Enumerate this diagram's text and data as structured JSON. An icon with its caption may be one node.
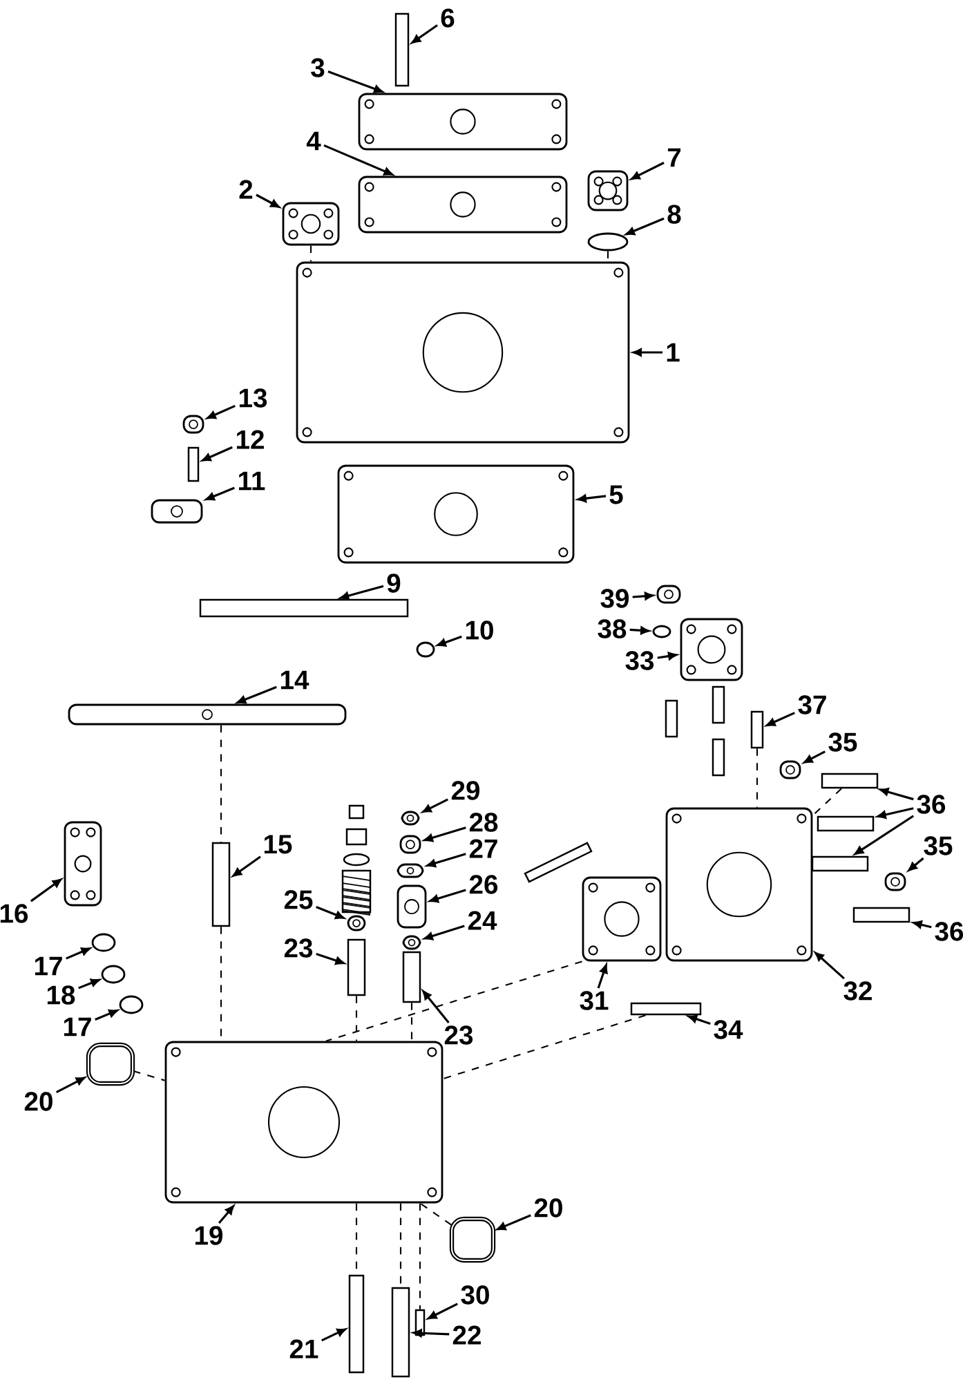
{
  "diagram": {
    "nodes": [
      {
        "text": [
          "6"
        ]
      },
      {
        "text": [],
        "shape": "bar"
      },
      {
        "text": [
          "3"
        ]
      },
      {
        "text": [],
        "shape": "picture"
      },
      {
        "text": [
          "4"
        ]
      },
      {
        "text": [],
        "shape": "picture"
      },
      {
        "text": [
          "2"
        ]
      },
      {
        "text": [],
        "shape": "picture"
      },
      {
        "text": [
          "7"
        ]
      },
      {
        "text": [],
        "shape": "picture"
      },
      {
        "text": [
          "8"
        ]
      },
      {
        "text": [],
        "shape": "circle"
      },
      {
        "text": [
          "1"
        ]
      },
      {
        "text": [],
        "shape": "picture"
      },
      {
        "text": [
          "13"
        ]
      },
      {
        "text": [],
        "shape": "picture"
      },
      {
        "text": [
          "12"
        ]
      },
      {
        "text": [],
        "shape": "bar"
      },
      {
        "text": [
          "11"
        ]
      },
      {
        "text": [],
        "shape": "picture"
      },
      {
        "text": [
          "5"
        ]
      },
      {
        "text": [],
        "shape": "picture"
      },
      {
        "text": [
          "9"
        ]
      },
      {
        "text": [],
        "shape": "bar"
      },
      {
        "text": [
          "39"
        ]
      },
      {
        "text": [],
        "shape": "picture"
      },
      {
        "text": [
          "10"
        ]
      },
      {
        "text": [],
        "shape": "circle"
      },
      {
        "text": [
          "38"
        ]
      },
      {
        "text": [],
        "shape": "circle"
      },
      {
        "text": [
          "33"
        ]
      },
      {
        "text": [],
        "shape": "picture"
      },
      {
        "text": [
          "14"
        ]
      },
      {
        "text": [],
        "shape": "picture"
      },
      {
        "text": [
          "37"
        ]
      },
      {
        "text": [],
        "shape": "bar"
      },
      {
        "text": [
          "35"
        ]
      },
      {
        "text": [],
        "shape": "picture"
      },
      {
        "text": [
          "29"
        ]
      },
      {
        "text": [],
        "shape": "picture"
      },
      {
        "text": [
          "36"
        ]
      },
      {
        "text": [],
        "shape": "bar"
      },
      {
        "text": [],
        "shape": "bar"
      },
      {
        "text": [],
        "shape": "bar"
      },
      {
        "text": [
          "28"
        ]
      },
      {
        "text": [],
        "shape": "picture"
      },
      {
        "text": [
          "15"
        ]
      },
      {
        "text": [],
        "shape": "bar"
      },
      {
        "text": [
          "27"
        ]
      },
      {
        "text": [],
        "shape": "picture"
      },
      {
        "text": [
          "35"
        ]
      },
      {
        "text": [],
        "shape": "picture"
      },
      {
        "text": [
          "26"
        ]
      },
      {
        "text": [],
        "shape": "picture"
      },
      {
        "text": [
          "25"
        ]
      },
      {
        "text": [],
        "shape": "picture"
      },
      {
        "text": [
          "16"
        ]
      },
      {
        "text": [],
        "shape": "picture"
      },
      {
        "text": [
          "24"
        ]
      },
      {
        "text": [],
        "shape": "picture"
      },
      {
        "text": [
          "36"
        ]
      },
      {
        "text": [],
        "shape": "bar"
      },
      {
        "text": [
          "23"
        ]
      },
      {
        "text": [],
        "shape": "bar"
      },
      {
        "text": [
          "17"
        ]
      },
      {
        "text": [],
        "shape": "circle"
      },
      {
        "text": [
          "32"
        ]
      },
      {
        "text": [],
        "shape": "picture"
      },
      {
        "text": [
          "31"
        ]
      },
      {
        "text": [],
        "shape": "picture"
      },
      {
        "text": [
          "18"
        ]
      },
      {
        "text": [],
        "shape": "circle"
      },
      {
        "text": [
          "17"
        ]
      },
      {
        "text": [],
        "shape": "circle"
      },
      {
        "text": [
          "23"
        ]
      },
      {
        "text": [],
        "shape": "bar"
      },
      {
        "text": [
          "34"
        ]
      },
      {
        "text": [],
        "shape": "bar"
      },
      {
        "text": [
          "20"
        ]
      },
      {
        "text": [],
        "shape": "cylinder"
      },
      {
        "text": [
          "20"
        ]
      },
      {
        "text": [],
        "shape": "cylinder"
      },
      {
        "text": [
          "19"
        ]
      },
      {
        "text": [],
        "shape": "picture"
      },
      {
        "text": [
          "30"
        ]
      },
      {
        "text": [],
        "shape": "bar"
      },
      {
        "text": [
          "21"
        ]
      },
      {
        "text": [],
        "shape": "bar"
      },
      {
        "text": [
          "22"
        ]
      },
      {
        "text": [],
        "shape": "bar"
      }
    ],
    "edges": [
      {
        "from": 0,
        "to": 1,
        "arrow": "to"
      },
      {
        "from": 2,
        "to": 3,
        "arrow": "to"
      },
      {
        "from": 4,
        "to": 5,
        "arrow": "to"
      },
      {
        "from": 6,
        "to": 7,
        "arrow": "to"
      },
      {
        "from": 8,
        "to": 9,
        "arrow": "to"
      },
      {
        "from": 10,
        "to": 11,
        "arrow": "to"
      },
      {
        "from": 12,
        "to": 13,
        "arrow": "to"
      },
      {
        "from": 14,
        "to": 15,
        "arrow": "to"
      },
      {
        "from": 16,
        "to": 17,
        "arrow": "to"
      },
      {
        "from": 18,
        "to": 19,
        "arrow": "to"
      },
      {
        "from": 20,
        "to": 21,
        "arrow": "to"
      },
      {
        "from": 22,
        "to": 23,
        "arrow": "to"
      },
      {
        "from": 24,
        "to": 25,
        "arrow": "to"
      },
      {
        "from": 26,
        "to": 27,
        "arrow": "to"
      },
      {
        "from": 28,
        "to": 29,
        "arrow": "to"
      },
      {
        "from": 30,
        "to": 31,
        "arrow": "to"
      },
      {
        "from": 32,
        "to": 33,
        "arrow": "to"
      },
      {
        "from": 34,
        "to": 35,
        "arrow": "to"
      },
      {
        "from": 36,
        "to": 37,
        "arrow": "to"
      },
      {
        "from": 38,
        "to": 39,
        "arrow": "to"
      },
      {
        "from": 40,
        "to": 41,
        "arrow": "to"
      },
      {
        "from": 40,
        "to": 42,
        "arrow": "to"
      },
      {
        "from": 40,
        "to": 43,
        "arrow": "to"
      },
      {
        "from": 44,
        "to": 45,
        "arrow": "to"
      },
      {
        "from": 46,
        "to": 47,
        "arrow": "to"
      },
      {
        "from": 48,
        "to": 49,
        "arrow": "to"
      },
      {
        "from": 50,
        "to": 51,
        "arrow": "to"
      },
      {
        "from": 52,
        "to": 53,
        "arrow": "to"
      },
      {
        "from": 54,
        "to": 55,
        "arrow": "to"
      },
      {
        "from": 56,
        "to": 57,
        "arrow": "to"
      },
      {
        "from": 58,
        "to": 59,
        "arrow": "to"
      },
      {
        "from": 60,
        "to": 61,
        "arrow": "to"
      },
      {
        "from": 62,
        "to": 63,
        "arrow": "to"
      },
      {
        "from": 64,
        "to": 65,
        "arrow": "to"
      },
      {
        "from": 66,
        "to": 67,
        "arrow": "to"
      },
      {
        "from": 68,
        "to": 69,
        "arrow": "to"
      },
      {
        "from": 70,
        "to": 71,
        "arrow": "to"
      },
      {
        "from": 72,
        "to": 73,
        "arrow": "to"
      },
      {
        "from": 74,
        "to": 75,
        "arrow": "to"
      },
      {
        "from": 76,
        "to": 77,
        "arrow": "to"
      },
      {
        "from": 78,
        "to": 79,
        "arrow": "to"
      },
      {
        "from": 80,
        "to": 81,
        "arrow": "to"
      },
      {
        "from": 82,
        "to": 83,
        "arrow": "to"
      },
      {
        "from": 84,
        "to": 85,
        "arrow": "to"
      },
      {
        "from": 86,
        "to": 87,
        "arrow": "to"
      },
      {
        "from": 88,
        "to": 89,
        "arrow": "to"
      },
      {
        "from": 7,
        "to": 13,
        "arrow": "none",
        "style": "dashed"
      },
      {
        "from": 11,
        "to": 13,
        "arrow": "none",
        "style": "dashed"
      },
      {
        "from": 33,
        "to": 47,
        "arrow": "none",
        "style": "dashed"
      },
      {
        "from": 47,
        "to": 83,
        "arrow": "none",
        "style": "dashed"
      },
      {
        "from": 35,
        "to": 67,
        "arrow": "none",
        "style": "dashed"
      },
      {
        "from": 41,
        "to": 67,
        "arrow": "none",
        "style": "dashed"
      },
      {
        "from": 69,
        "to": 83,
        "arrow": "none",
        "style": "dashed"
      },
      {
        "from": 77,
        "to": 83,
        "arrow": "none",
        "style": "dashed"
      },
      {
        "from": 63,
        "to": 83,
        "arrow": "none",
        "style": "dashed"
      },
      {
        "from": 75,
        "to": 83,
        "arrow": "none",
        "style": "dashed"
      },
      {
        "from": 79,
        "to": 83,
        "arrow": "none",
        "style": "dashed"
      },
      {
        "from": 81,
        "to": 83,
        "arrow": "none",
        "style": "dashed"
      },
      {
        "from": 83,
        "to": 87,
        "arrow": "none",
        "style": "dashed"
      },
      {
        "from": 83,
        "to": 89,
        "arrow": "none",
        "style": "dashed"
      },
      {
        "from": 83,
        "to": 85,
        "arrow": "none",
        "style": "dashed"
      }
    ]
  }
}
